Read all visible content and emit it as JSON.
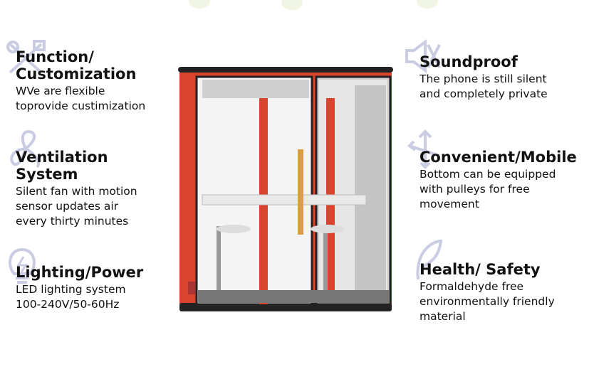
{
  "left_features": [
    {
      "title": "Function/\nCustomization",
      "lines": [
        "WVe are flexible",
        "toprovide custimization"
      ],
      "icon": "tools-icon"
    },
    {
      "title": "Ventilation\nSystem",
      "lines": [
        "Silent fan with motion",
        "sensor updates air",
        "every thirty minutes"
      ],
      "icon": "fan-icon"
    },
    {
      "title": "Lighting/Power",
      "lines": [
        "LED lighting system",
        "100-240V/50-60Hz"
      ],
      "icon": "lightbulb-icon"
    }
  ],
  "right_features": [
    {
      "title": "Soundproof",
      "lines": [
        "The phone is still silent",
        "and completely private"
      ],
      "icon": "mute-speaker-icon"
    },
    {
      "title": "Convenient/Mobile",
      "lines": [
        "Bottom can be equipped",
        "with pulleys for free",
        "movement"
      ],
      "icon": "move-arrows-icon"
    },
    {
      "title": "Health/ Safety",
      "lines": [
        "Formaldehyde free",
        "environmentally friendly",
        "material"
      ],
      "icon": "leaf-icon"
    }
  ],
  "colors": {
    "booth": "#d9442f",
    "icon": "#c9cce2",
    "frame": "#222222"
  }
}
